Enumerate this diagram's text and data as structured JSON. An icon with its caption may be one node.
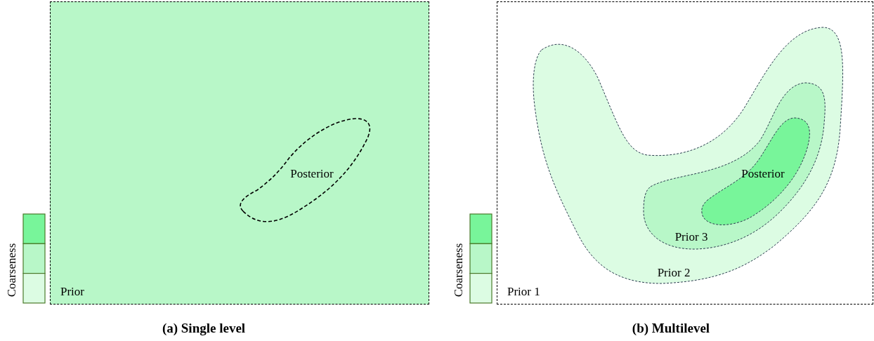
{
  "diagram": {
    "nodes": [
      {
        "text": [
          "Prior"
        ]
      },
      {
        "text": [
          "Posterior"
        ],
        "in": 0
      },
      {
        "text": [
          "Prior 1"
        ]
      },
      {
        "text": [
          "Prior 2"
        ],
        "in": 2
      },
      {
        "text": [
          "Prior 3"
        ],
        "in": 3
      },
      {
        "text": [
          "Posterior"
        ],
        "in": 4
      }
    ],
    "labels": [
      "Coarseness",
      "Coarseness",
      "(a) Single level",
      "(b) Multilevel"
    ]
  }
}
